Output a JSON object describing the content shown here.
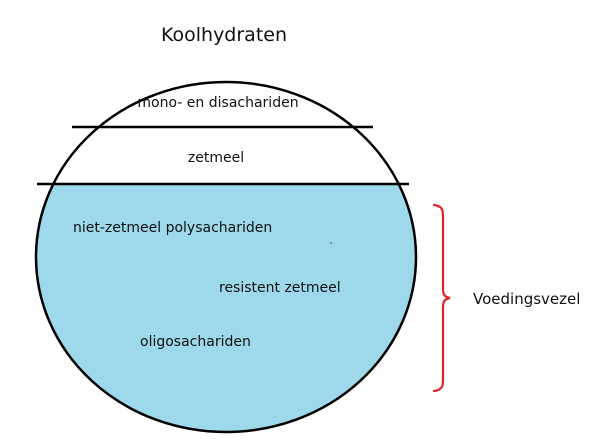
{
  "title": "Koolhydraten",
  "layers": {
    "top": "mono- en disachariden",
    "middle": "zetmeel",
    "bottom": [
      "niet-zetmeel polysachariden",
      "resistent zetmeel",
      "oligosachariden"
    ]
  },
  "bracket_label": "Voedingsvezel",
  "colors": {
    "fiber_fill": "#9dd9ea",
    "bracket": "#e8202a",
    "outline": "#000000",
    "background": "#ffffff"
  }
}
